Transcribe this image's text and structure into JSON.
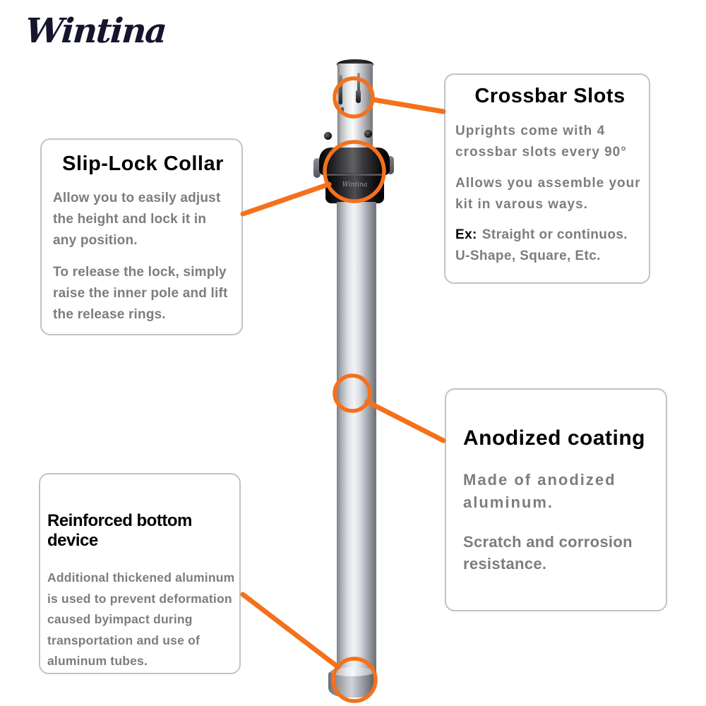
{
  "brand": {
    "logo_text": "Wintina"
  },
  "product": {
    "collar_logo_text": "Wintina"
  },
  "colors": {
    "accent_orange": "#F4711C",
    "title_black": "#000000",
    "body_text_gray": "#7D7D7D",
    "box_border_gray": "#C3C3C3",
    "logo_navy": "#15152D"
  },
  "callouts": {
    "slip_lock": {
      "title": "Slip-Lock Collar",
      "paragraphs": [
        "Allow you to easily adjust the height and lock it in any position.",
        "To release the lock, simply raise the inner pole and lift the release rings."
      ]
    },
    "crossbar": {
      "title": "Crossbar Slots",
      "paragraphs": [
        "Uprights come with 4 crossbar slots every 90°",
        "Allows you assemble your kit in varous ways."
      ],
      "example_label": "Ex:",
      "example_text": "Straight or continuos. U-Shape, Square, Etc."
    },
    "anodized": {
      "title": "Anodized coating",
      "paragraphs": [
        "Made of anodized aluminum.",
        "Scratch and corrosion resistance."
      ]
    },
    "reinforced": {
      "title": "Reinforced bottom device",
      "paragraphs": [
        "Additional thickened aluminum is used to prevent deformation caused byimpact during transportation and use of aluminum tubes."
      ]
    }
  }
}
